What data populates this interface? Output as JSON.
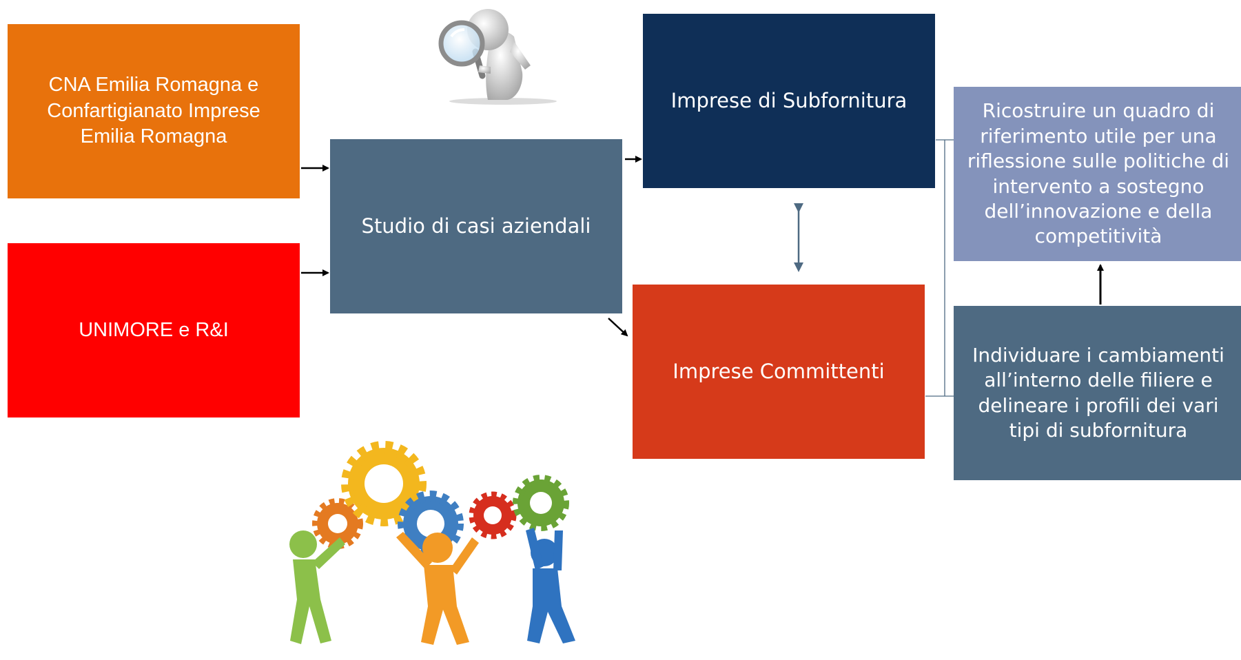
{
  "diagram": {
    "boxes": {
      "cna": "CNA Emilia Romagna e Confartigianato Imprese Emilia Romagna",
      "unimore": "UNIMORE e R&I",
      "studio": "Studio di casi aziendali",
      "subfornitura": "Imprese di Subfornitura",
      "committenti": "Imprese Committenti",
      "ricostruire": "Ricostruire un quadro di riferimento utile per una riflessione sulle politiche di intervento a sostegno dell’innovazione e della competitività",
      "individuare": "Individuare i cambiamenti all’interno delle filiere e delineare i profili dei vari tipi di subfornitura"
    },
    "colors": {
      "orange": "#e8720c",
      "red": "#ff0000",
      "slate": "#4e6a82",
      "navy": "#0f2f57",
      "vermilion": "#d63a1a",
      "lavender": "#8493bb"
    },
    "icons": [
      "magnifier-figure-icon",
      "gears-teamwork-icon"
    ]
  }
}
